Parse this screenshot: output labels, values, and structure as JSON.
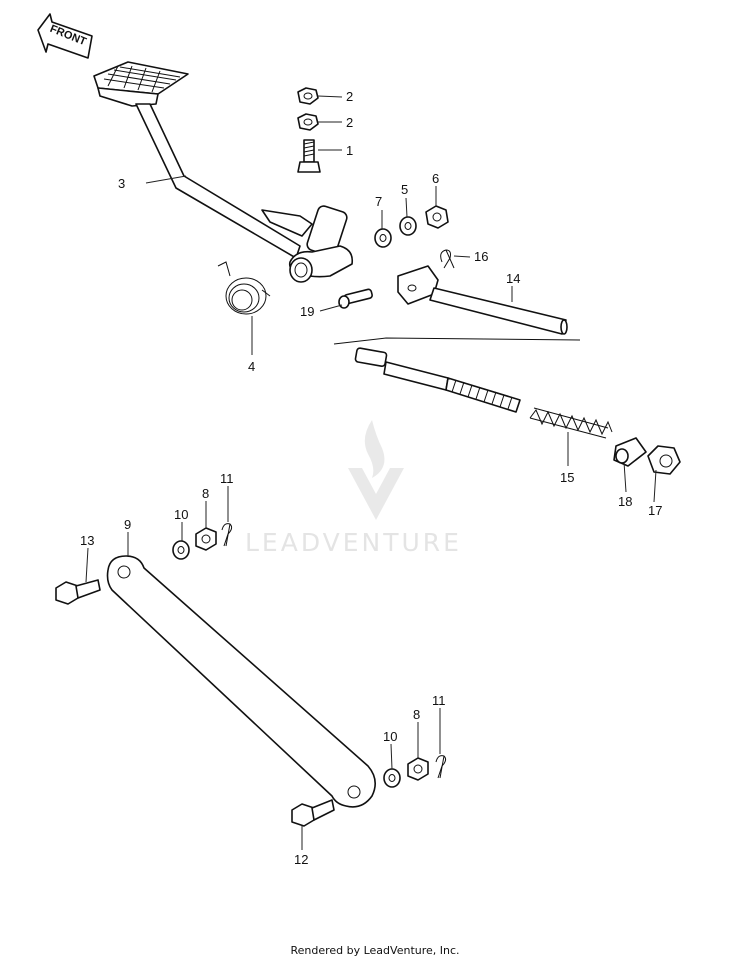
{
  "front_label": "FRONT",
  "watermark": "LEADVENTURE",
  "footer": "Rendered by LeadVenture, Inc.",
  "callouts": {
    "c2a": "2",
    "c2b": "2",
    "c1": "1",
    "c3": "3",
    "c7": "7",
    "c5": "5",
    "c6": "6",
    "c16": "16",
    "c14": "14",
    "c19": "19",
    "c4": "4",
    "c15": "15",
    "c18": "18",
    "c17": "17",
    "c13": "13",
    "c9": "9",
    "c10a": "10",
    "c8a": "8",
    "c11a": "11",
    "c10b": "10",
    "c8b": "8",
    "c11b": "11",
    "c12": "12"
  }
}
